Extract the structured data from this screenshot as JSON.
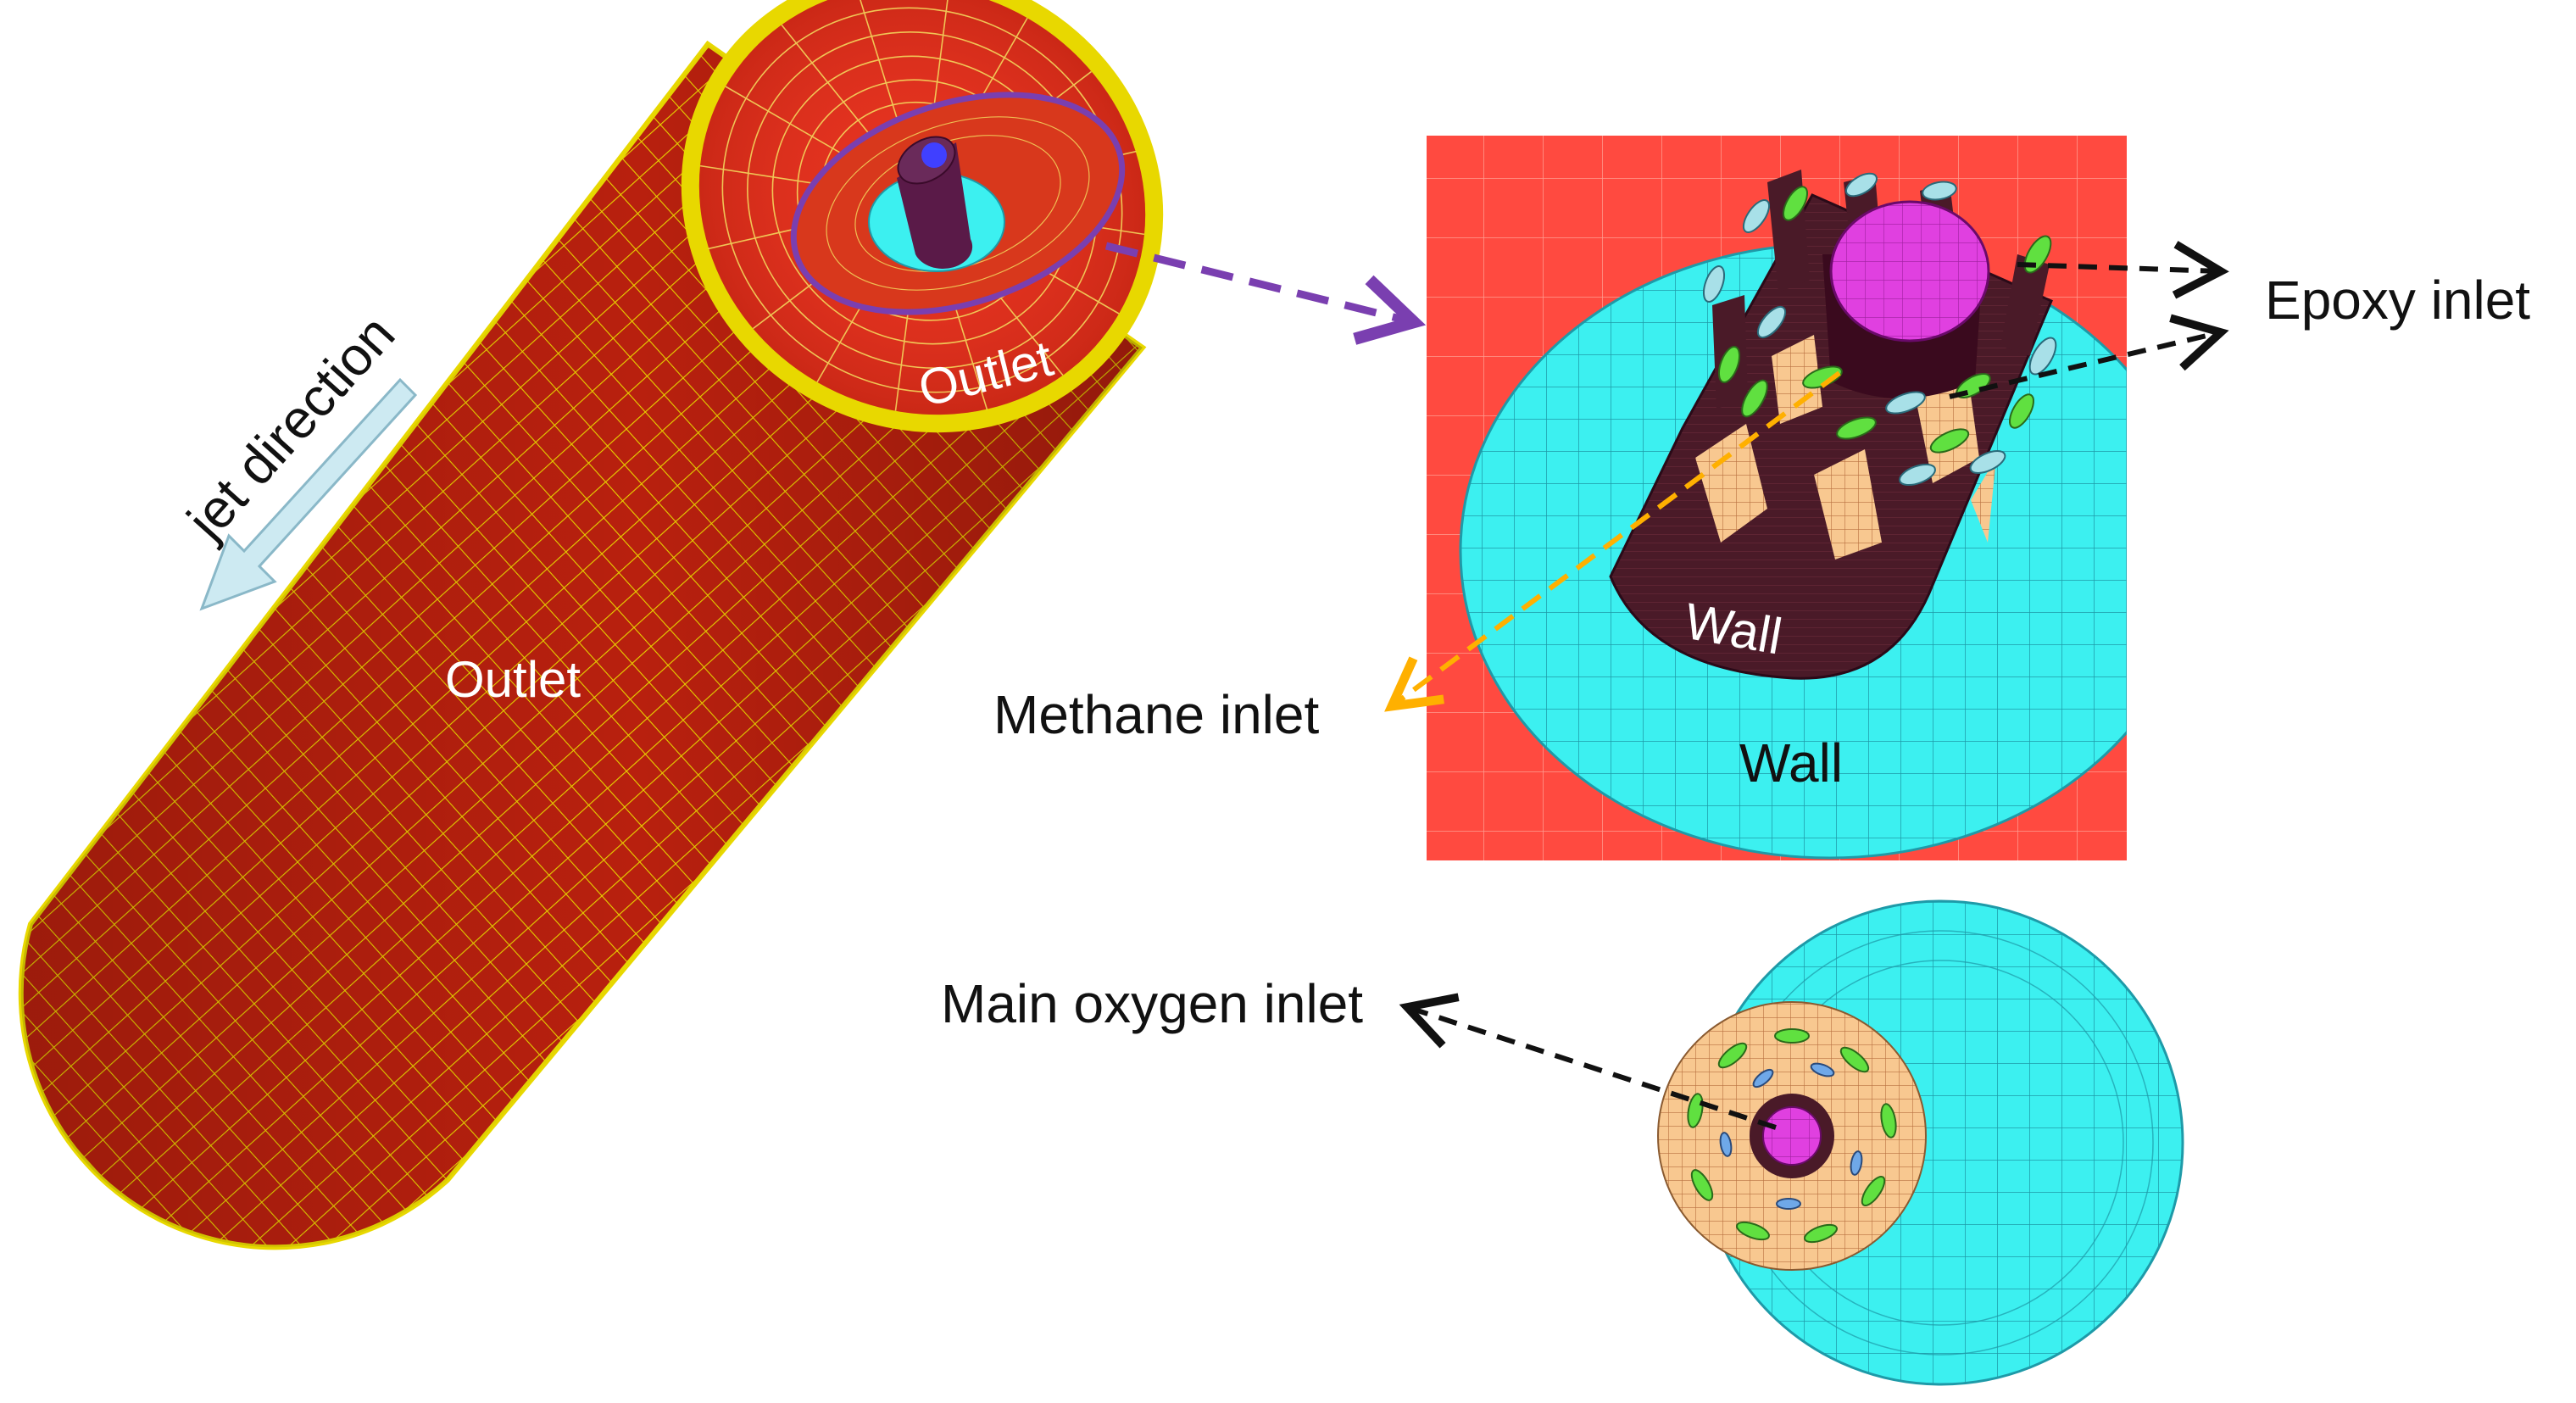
{
  "labels": {
    "outlet_top": "Outlet",
    "outlet_side": "Outlet",
    "jet_direction": "jet direction",
    "epoxy_inlet": "Epoxy inlet",
    "methane_inlet": "Methane inlet",
    "wall_nozzle": "Wall",
    "wall_annulus": "Wall",
    "main_oxygen_inlet": "Main oxygen inlet"
  },
  "colors": {
    "mesh_red": "#c0200f",
    "mesh_yellow": "#e8d800",
    "outlet_face_red": "#e4301e",
    "zoom_bg_red": "#ff4a40",
    "wall_cyan": "#3cf0f0",
    "nozzle_dark": "#4a1a28",
    "oxygen_magenta": "#e040e0",
    "purple_arrow": "#7a3fb0",
    "yellow_arrow": "#ffb000",
    "hole_green": "#60e040",
    "hole_blue": "#6fa8e8",
    "cut_tan": "#f8c890",
    "arrow_dark": "#111111"
  }
}
